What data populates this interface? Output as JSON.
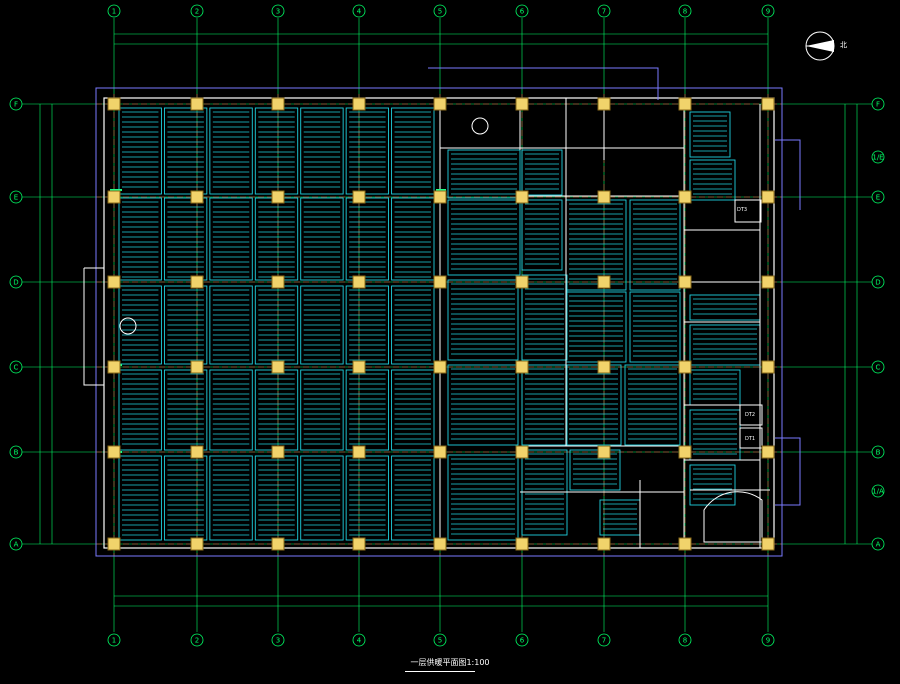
{
  "drawing": {
    "title": "一层供暖平面图1:100",
    "north_mark": "北",
    "colors": {
      "background": "#000000",
      "grid": "#00ff66",
      "axis_line": "#ff3b3b",
      "coil": "#1fd2e0",
      "wall": "#ffffff",
      "column": "#f1d36b",
      "pipe": "#20ff88",
      "frame": "#7a7aff"
    },
    "axes_x": [
      "1",
      "2",
      "3",
      "4",
      "5",
      "6",
      "7",
      "8",
      "9"
    ],
    "axes_y": [
      "F",
      "E",
      "D",
      "C",
      "B",
      "A"
    ],
    "axes_y_right_extra": [
      "1/E",
      "1/A"
    ],
    "icons": [
      "north-arrow-icon",
      "accessible-toilet-icon"
    ],
    "rooms": {
      "dt3": "DT3",
      "dt1": "DT1",
      "dt2": "DT2"
    }
  }
}
